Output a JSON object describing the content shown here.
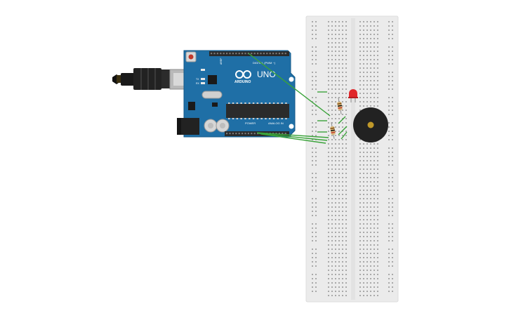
{
  "colors": {
    "background": "#ffffff",
    "board": "#1f6fa6",
    "board_dark": "#155a88",
    "header": "#2b2b2b",
    "wire": "#3aa33a",
    "breadboard": "#ebebeb",
    "hole": "#a9a9a9",
    "led": "#e0262a",
    "buzzer": "#222222",
    "buzzer_center": "#c0992a",
    "resistor": "#d9b779"
  },
  "board": {
    "logo_text": "ARDUINO",
    "model": "UNO",
    "power_label": "POWER",
    "analog_label": "ANALOG IN",
    "digital_label": "DIGITAL (PWM ~)",
    "aref_label": "AREF",
    "gnd_label": "GND",
    "tx_label": "TX",
    "rx_label": "RX",
    "on_label": "ON"
  },
  "icons": {
    "usb": "usb-cable-icon",
    "power_jack": "dc-jack-icon",
    "reset": "reset-button-icon"
  }
}
